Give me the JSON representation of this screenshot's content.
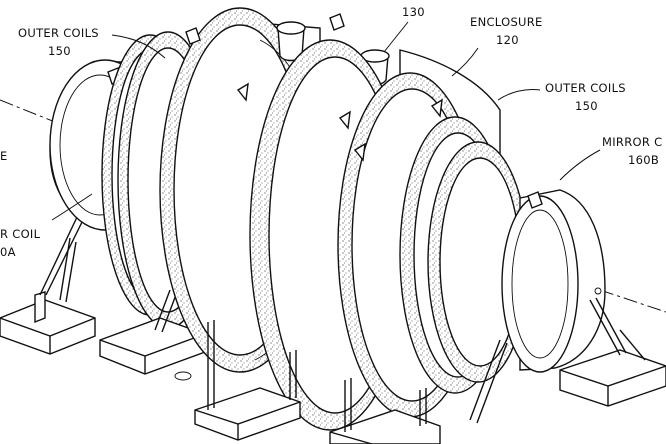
{
  "labels": {
    "outer_coils_left": {
      "name": "OUTER COILS",
      "ref": "150"
    },
    "top_partial": {
      "name": "",
      "ref": "130"
    },
    "enclosure": {
      "name": "ENCLOSURE",
      "ref": "120"
    },
    "outer_coils_right": {
      "name": "OUTER COILS",
      "ref": "150"
    },
    "mirror_coil_right": {
      "name": "MIRROR C",
      "ref": "160B"
    },
    "mirror_coil_left": {
      "name": "R COIL",
      "ref": "0A"
    },
    "edge_fragment": {
      "name": "E"
    }
  }
}
